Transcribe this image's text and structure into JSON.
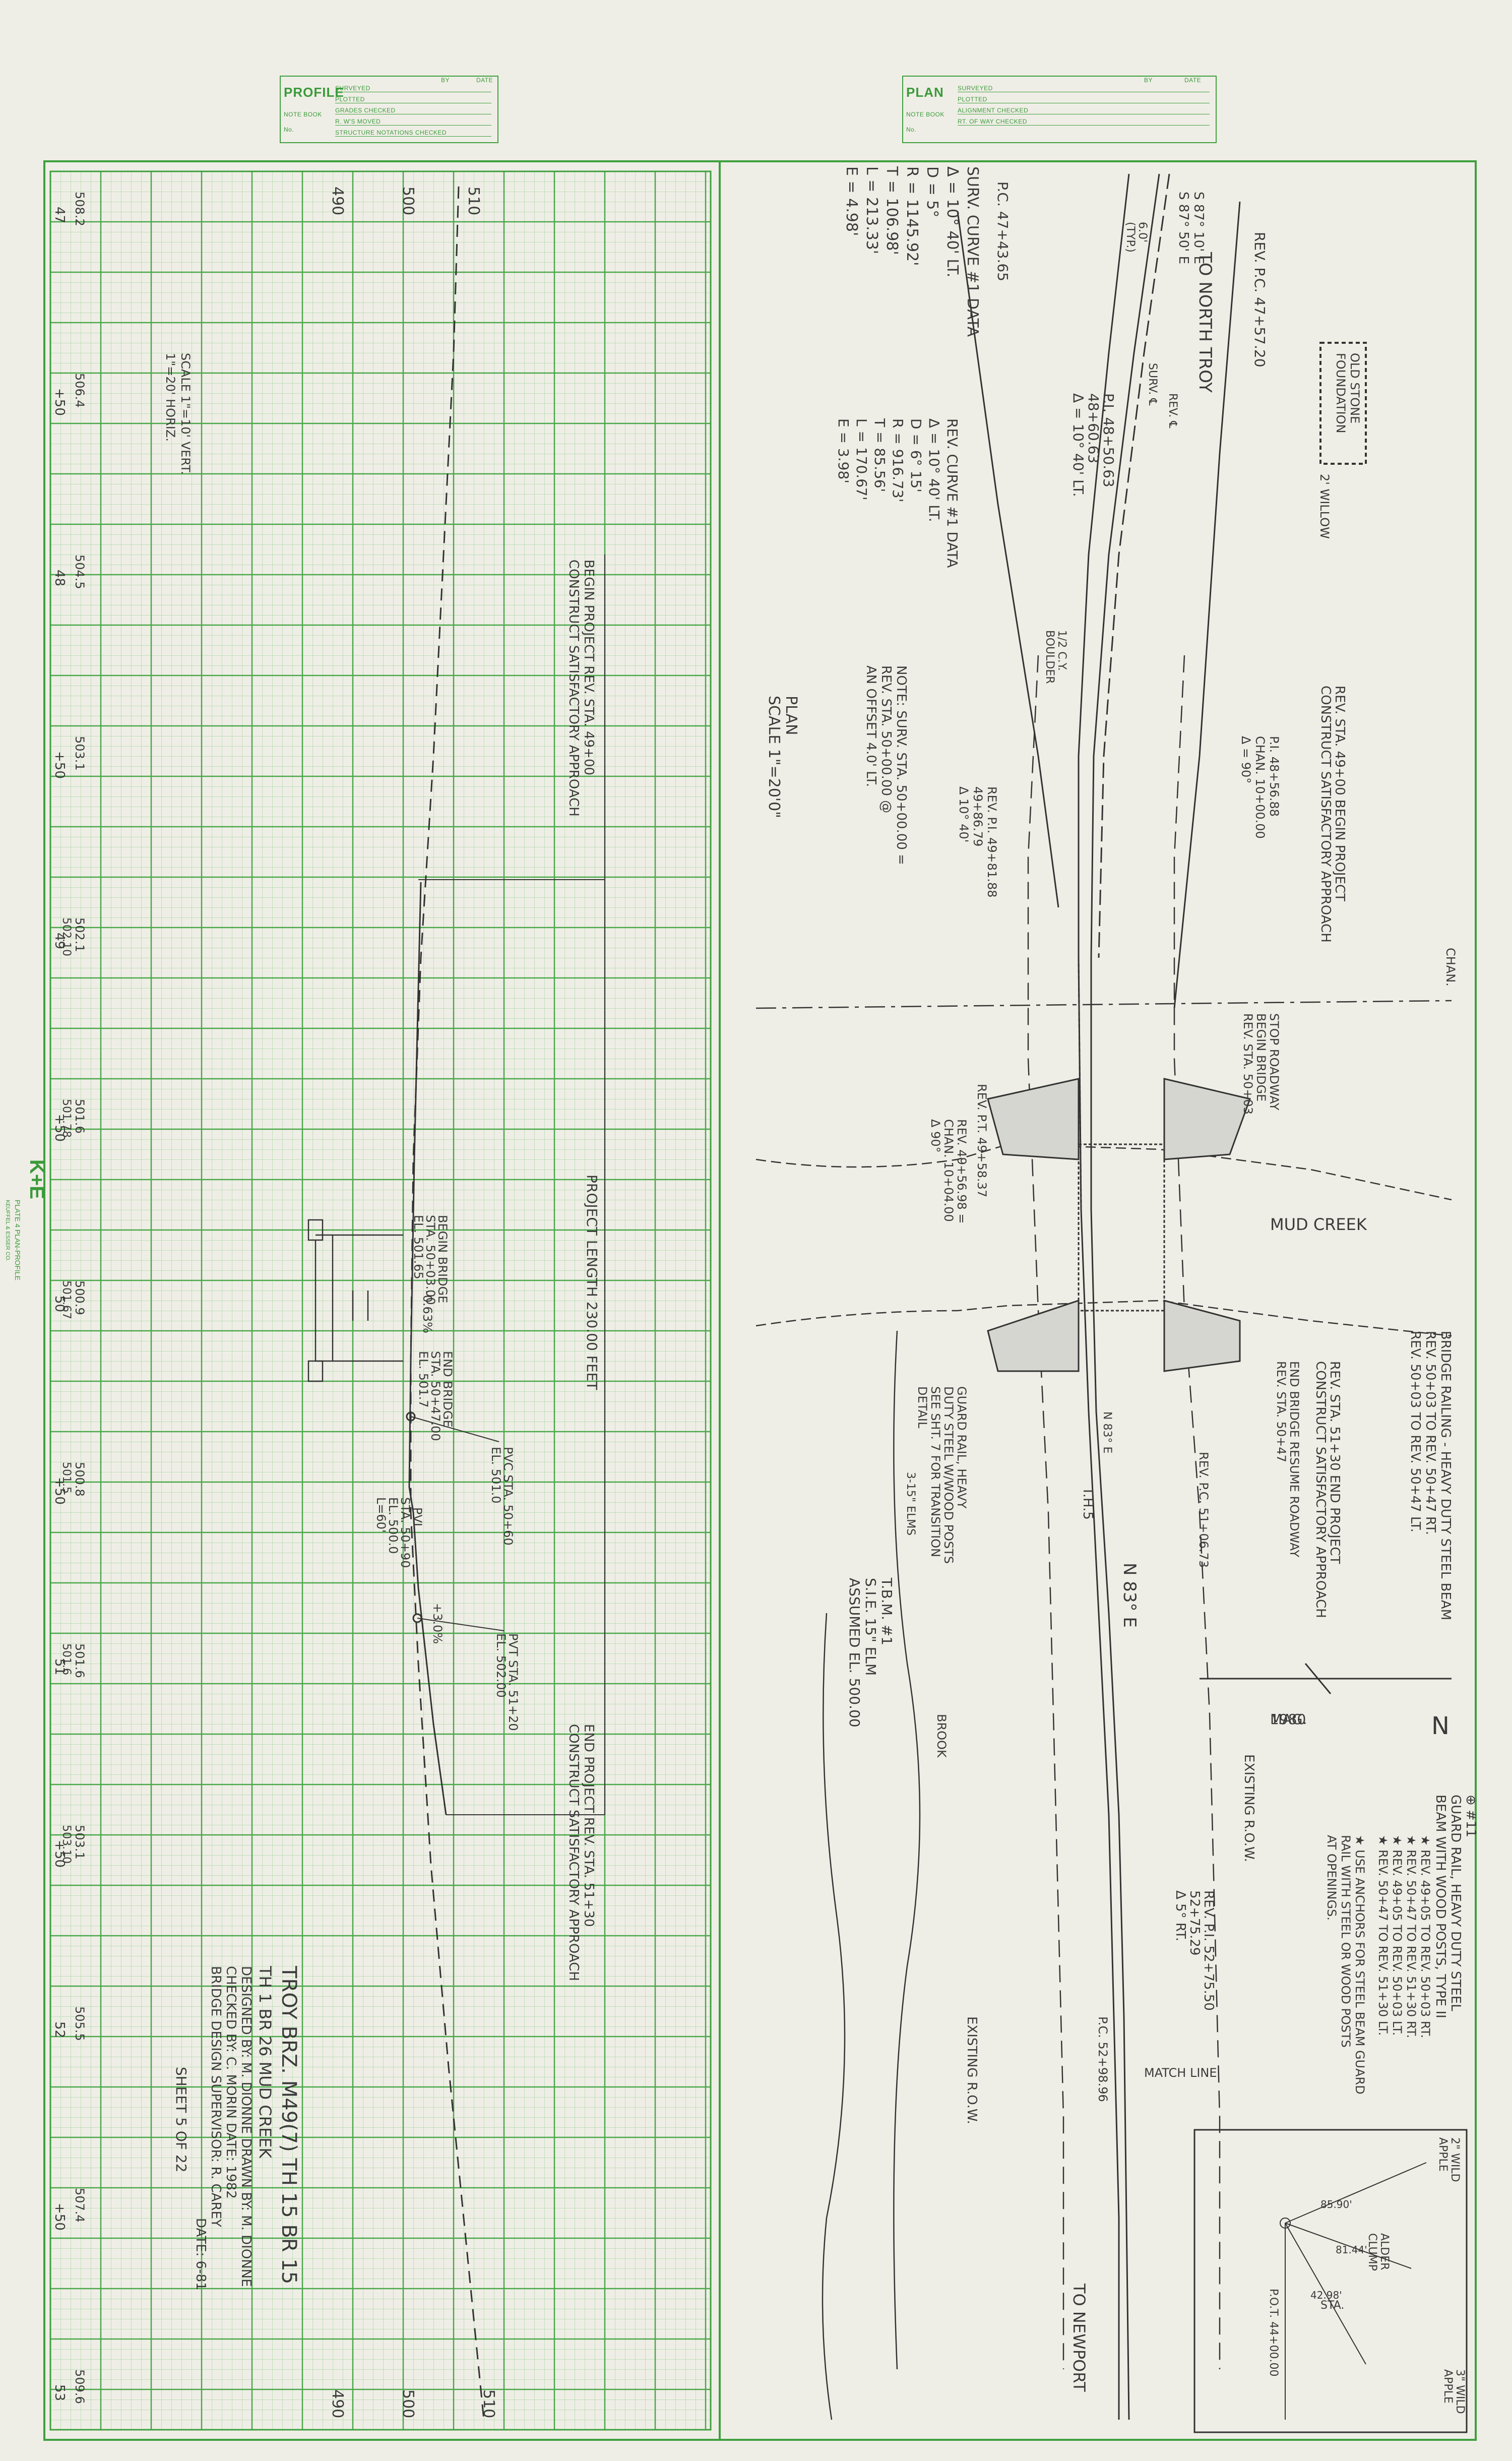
{
  "profile_block": {
    "title": "PROFILE",
    "note_book": "NOTE BOOK",
    "no": "No.",
    "by": "BY",
    "date": "DATE",
    "rows": [
      "SURVEYED",
      "PLOTTED",
      "GRADES CHECKED",
      "R. W'S MOVED",
      "STRUCTURE NOTATIONS CHECKED"
    ]
  },
  "plan_block": {
    "title": "PLAN",
    "note_book": "NOTE BOOK",
    "no": "No.",
    "by": "BY",
    "date": "DATE",
    "rows": [
      "SURVEYED",
      "PLOTTED",
      "ALIGNMENT CHECKED",
      "RT. OF WAY CHECKED"
    ]
  },
  "profile": {
    "station_labels": [
      "47",
      "+50",
      "48",
      "+50",
      "49",
      "+50",
      "50",
      "+50",
      "51",
      "+50",
      "52",
      "+50",
      "53"
    ],
    "elevations": [
      "508.2",
      "506.4",
      "504.5",
      "503.1",
      "502.1",
      "501.6",
      "500.9",
      "500.8",
      "501.6",
      "503.1",
      "505.5",
      "507.4",
      "509.6"
    ],
    "elev_red": [
      "",
      "",
      "",
      "",
      "502.10",
      "501.78",
      "501.67",
      "501.5",
      "501.6",
      "503.10",
      "",
      "",
      ""
    ],
    "top_scale": [
      "490",
      "500",
      "510"
    ],
    "bottom_scale": [
      "490",
      "500",
      "510"
    ],
    "scale_note": [
      "SCALE 1\"=10' VERT.",
      "1\"=20' HORIZ."
    ],
    "begin_project": [
      "BEGIN PROJECT REV. STA. 49+00",
      "CONSTRUCT SATISFACTORY APPROACH"
    ],
    "project_length": "PROJECT LENGTH 230.00 FEET",
    "end_project": [
      "END PROJECT REV. STA. 51+30",
      "CONSTRUCT SATISFACTORY APPROACH"
    ],
    "begin_bridge": [
      "BEGIN BRIDGE",
      "STA. 50+03.00",
      "EL. 501.65"
    ],
    "end_bridge": [
      "END BRIDGE",
      "STA. 50+47.00",
      "EL. 501.7"
    ],
    "grade_1": "-0.63%",
    "grade_2": "+3.0%",
    "pvc_1": [
      "PVC STA. 50+60",
      "EL. 501.0"
    ],
    "pvi": [
      "PVI",
      "STA. 50+90",
      "EL. 500.0",
      "L=60'"
    ],
    "pvt": [
      "PVT STA. 51+20",
      "EL. 502.00"
    ],
    "maker": [
      "K+E",
      "PLATE 4 PLAN-PROFILE",
      "KEUFFEL & ESSER CO."
    ],
    "title_block": [
      "TROY BRZ. M49(7) TH 15 BR 15",
      "TH 1 BR 26 MUD CREEK",
      "DESIGNED BY: M. DIONNE  DRAWN BY: M. DIONNE",
      "CHECKED BY: C. MORIN  DATE: 1982",
      "BRIDGE DESIGN SUPERVISOR: R. CAREY",
      "DATE: 6-81",
      "SHEET 5 OF 22"
    ]
  },
  "plan": {
    "to_north_troy": "TO NORTH TROY",
    "to_newport": "TO NEWPORT",
    "pc": "P.C. 47+43.65",
    "rev_pc": "REV. P.C. 47+57.20",
    "bearing_top": [
      "S 87° 10' E",
      "S 87° 50' E"
    ],
    "old_stone": [
      "OLD STONE",
      "FOUNDATION"
    ],
    "willow": "2' WILLOW",
    "pi_1": [
      "P.I. 48+50.63",
      "48+60.63",
      "Δ = 10° 40' LT."
    ],
    "surv_curve": [
      "SURV. CURVE #1 DATA",
      "Δ = 10° 40' LT.",
      "D = 5°",
      "R = 1145.92'",
      "T = 106.98'",
      "L = 213.33'",
      "E = 4.98'"
    ],
    "rev_curve": [
      "REV. CURVE #1 DATA",
      "Δ = 10° 40' LT.",
      "D = 6° 15'",
      "R = 916.73'",
      "T = 85.56'",
      "L = 170.67'",
      "E = 3.98'"
    ],
    "note": [
      "NOTE: SURV. STA. 50+00.00 =",
      "REV. STA. 50+00.00 @",
      "AN OFFSET 4.0' LT."
    ],
    "plan_scale": [
      "PLAN",
      "SCALE 1\"=20'0\""
    ],
    "begin_project": [
      "REV. STA. 49+00  BEGIN PROJECT",
      "CONSTRUCT SATISFACTORY APPROACH"
    ],
    "boulder": [
      "1/2 C.Y.",
      "BOULDER"
    ],
    "pi_2": [
      "P.I. 48+56.88",
      "CHAN. 10+00.00",
      "Δ = 90°"
    ],
    "rev_pt": [
      "REV. P.I. 49+81.88",
      "49+86.79",
      "Δ 10° 40'"
    ],
    "chan": "CHAN.",
    "stop_roadway": [
      "STOP ROADWAY",
      "BEGIN BRIDGE",
      "REV. STA. 50+03"
    ],
    "rev_pt_2": [
      "REV. P.T. 49+58.37"
    ],
    "rev_chan": [
      "REV. 49+56.98 =",
      "CHAN. 10+04.00",
      "Δ 90°"
    ],
    "mud_creek": "MUD CREEK",
    "bridge_railing": [
      "BRIDGE RAILING - HEAVY DUTY STEEL BEAM",
      "REV. 50+03 TO REV. 50+47 RT.",
      "REV. 50+03 TO REV. 50+47 LT."
    ],
    "end_project": [
      "REV. STA. 51+30  END PROJECT",
      "CONSTRUCT SATISFACTORY APPROACH"
    ],
    "end_bridge": [
      "END BRIDGE RESUME ROADWAY",
      "REV. STA. 50+47"
    ],
    "guard_rail": [
      "GUARD RAIL, HEAVY",
      "DUTY STEEL W/WOOD POSTS",
      "SEE SHT. 7 FOR TRANSITION",
      "DETAIL"
    ],
    "rev_pc_2": "REV. P.C. 51+06.73",
    "elms": "3-15\" ELMS",
    "tbm": [
      "T.B.M. #1",
      "S.I.E. 15\" ELM",
      "ASSUMED EL. 500.00"
    ],
    "bearing_n": "N 83° E",
    "bearing_n2": "N 83° E",
    "tie": "T.H.5",
    "mag": [
      "MAG.",
      "1980"
    ],
    "north": "N",
    "existing_row": "EXISTING R.O.W.",
    "existing_row_2": "EXISTING R.O.W.",
    "brook": "BROOK",
    "rev_pi": [
      "REV. P.I. 52+75.50",
      "52+75.29",
      "Δ 5° RT."
    ],
    "pc_2": "P.C. 52+98.96",
    "match_line": "MATCH LINE",
    "guard_rail_2": [
      "⊕ #11",
      "GUARD RAIL, HEAVY DUTY STEEL",
      "BEAM WITH WOOD POSTS, TYPE II"
    ],
    "guard_list": [
      "★ REV. 49+05 TO REV. 50+03 RT.",
      "★ REV. 50+47 TO REV. 51+30 RT.",
      "★ REV. 49+05 TO REV. 50+03 LT.",
      "★ REV. 50+47 TO REV. 51+30 LT."
    ],
    "anchor_note": [
      "★ USE ANCHORS FOR STEEL BEAM GUARD",
      "RAIL WITH STEEL OR WOOD POSTS",
      "AT OPENINGS."
    ],
    "tie_box": [
      "2\" WILD",
      "APPLE",
      "ALDER",
      "CLUMP",
      "STA.",
      "P.O.T. 44+00.00",
      "3\" WILD",
      "APPLE"
    ],
    "tie_dist": [
      "85.90'",
      "81.44'",
      "42.98'"
    ],
    "surv_cl": "SURV. ℄",
    "rev_cl": "REV. ℄",
    "typ": [
      "6.0'",
      "(TYP.)"
    ]
  }
}
